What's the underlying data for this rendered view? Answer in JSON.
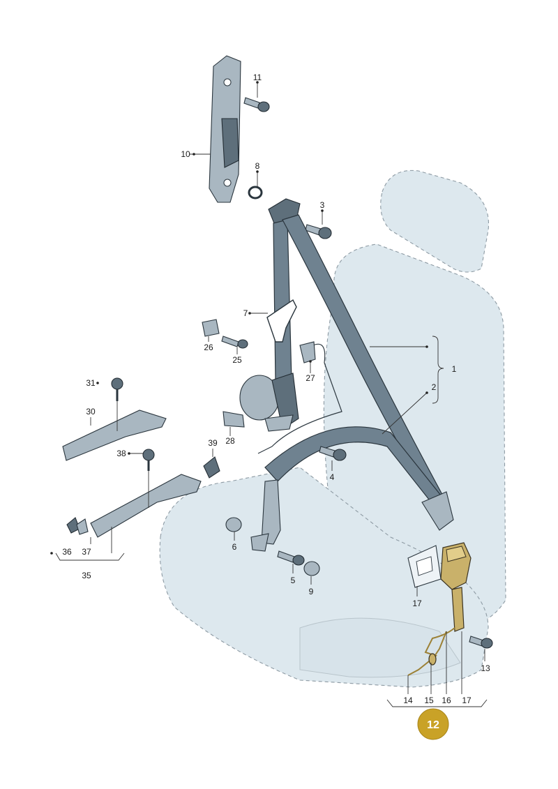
{
  "diagram": {
    "callouts": [
      {
        "id": "c11",
        "text": "11"
      },
      {
        "id": "c10",
        "text": "10"
      },
      {
        "id": "c8",
        "text": "8"
      },
      {
        "id": "c3",
        "text": "3"
      },
      {
        "id": "c7",
        "text": "7"
      },
      {
        "id": "c26",
        "text": "26"
      },
      {
        "id": "c25",
        "text": "25"
      },
      {
        "id": "c27",
        "text": "27"
      },
      {
        "id": "c1",
        "text": "1"
      },
      {
        "id": "c2",
        "text": "2"
      },
      {
        "id": "c31",
        "text": "31"
      },
      {
        "id": "c30",
        "text": "30"
      },
      {
        "id": "c28",
        "text": "28"
      },
      {
        "id": "c39",
        "text": "39"
      },
      {
        "id": "c38",
        "text": "38"
      },
      {
        "id": "c4",
        "text": "4"
      },
      {
        "id": "c36",
        "text": "36"
      },
      {
        "id": "c37",
        "text": "37"
      },
      {
        "id": "c35",
        "text": "35"
      },
      {
        "id": "c6",
        "text": "6"
      },
      {
        "id": "c5",
        "text": "5"
      },
      {
        "id": "c9",
        "text": "9"
      },
      {
        "id": "c17a",
        "text": "17"
      },
      {
        "id": "c13",
        "text": "13"
      },
      {
        "id": "c14",
        "text": "14"
      },
      {
        "id": "c15",
        "text": "15"
      },
      {
        "id": "c16",
        "text": "16"
      },
      {
        "id": "c17b",
        "text": "17"
      }
    ],
    "highlight": {
      "text": "12",
      "color": "#c9a227"
    }
  }
}
